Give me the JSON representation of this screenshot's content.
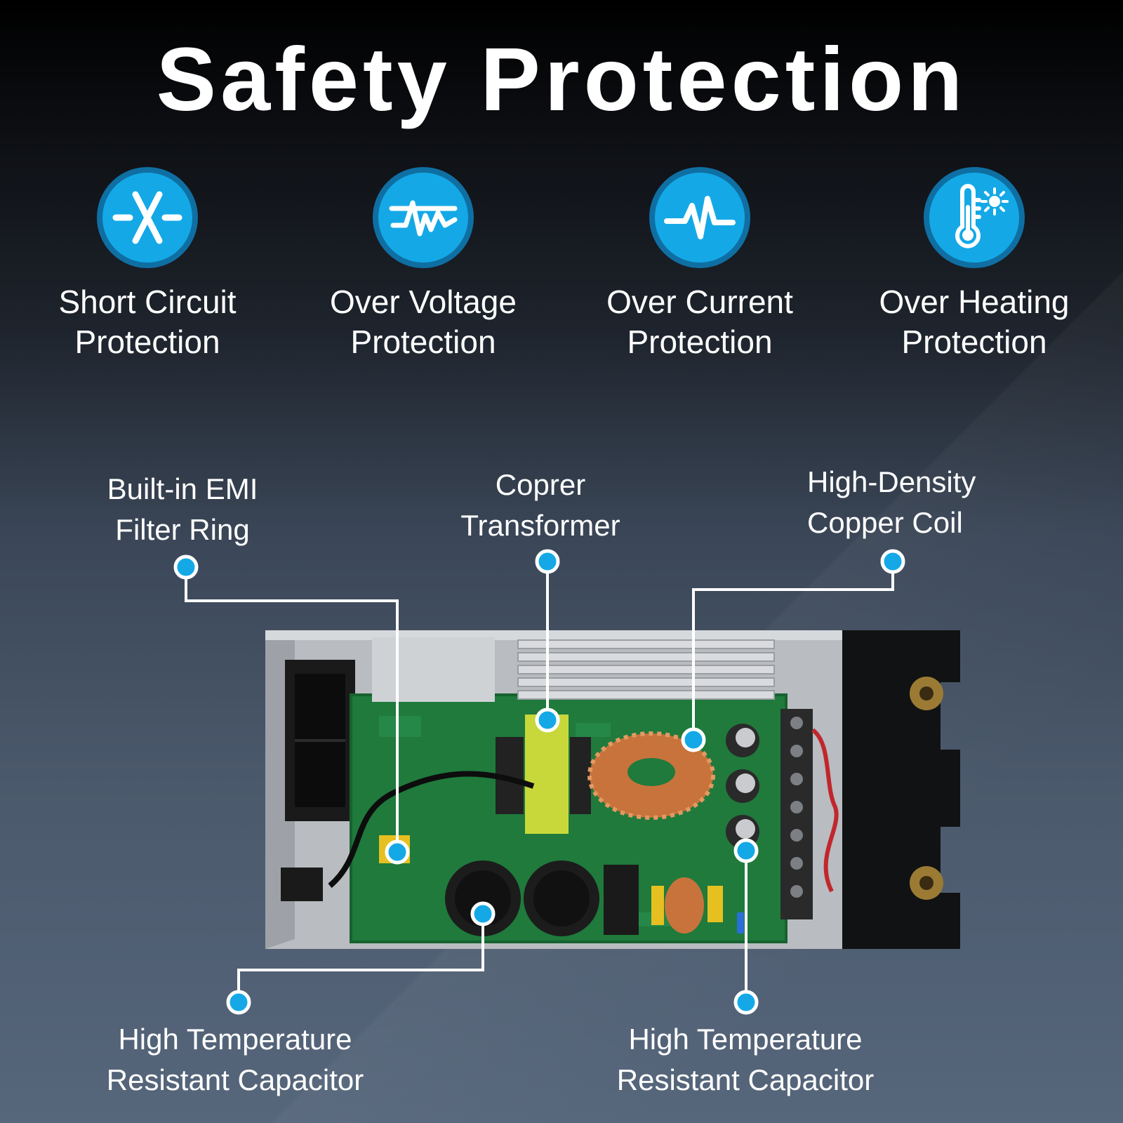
{
  "title": "Safety Protection",
  "features": [
    {
      "icon": "short-circuit-icon",
      "line1": "Short Circuit",
      "line2": "Protection"
    },
    {
      "icon": "over-voltage-icon",
      "line1": "Over Voltage",
      "line2": "Protection"
    },
    {
      "icon": "over-current-icon",
      "line1": "Over Current",
      "line2": "Protection"
    },
    {
      "icon": "thermometer-icon",
      "line1": "Over Heating",
      "line2": "Protection"
    }
  ],
  "callouts": {
    "emi": {
      "line1": "Built-in EMI",
      "line2": "Filter Ring"
    },
    "transformer": {
      "line1": "Coprer",
      "line2": "Transformer"
    },
    "coil": {
      "line1": "High-Density",
      "line2": "Copper Coil"
    },
    "capacitor_left": {
      "line1": "High Temperature",
      "line2": "Resistant Capacitor"
    },
    "capacitor_right": {
      "line1": "High Temperature",
      "line2": "Resistant Capacitor"
    }
  },
  "colors": {
    "accent": "#14a9e6",
    "accent_ring": "#0f6fa3",
    "text": "#ffffff",
    "pcb": "#1f7a3c"
  }
}
